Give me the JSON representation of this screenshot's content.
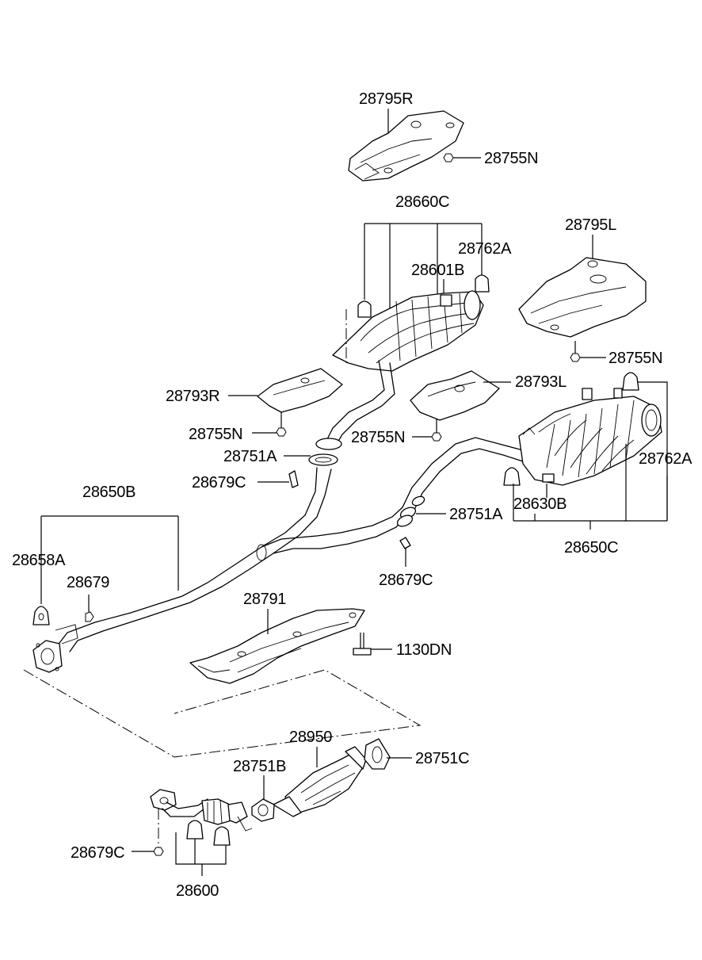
{
  "diagram": {
    "labels": {
      "heat_shield_rear_right": "28795R",
      "nut_top": "28755N",
      "center_muffler_assy": "28660C",
      "hanger_top": "28762A",
      "center_muffler_bracket": "28601B",
      "heat_shield_rear_left": "28795L",
      "nut_right": "28755N",
      "heat_shield_right": "28793R",
      "heat_shield_left": "28793L",
      "nut_mid_left": "28755N",
      "nut_mid_center": "28755N",
      "gasket_center": "28751A",
      "rear_muffler_hanger": "28762A",
      "clamp_center": "28679C",
      "front_pipe_assy": "28650B",
      "gasket_rear": "28751A",
      "rear_muffler_bracket": "28630B",
      "hanger_front": "28658A",
      "bolt_front": "28679",
      "rear_muffler_assy": "28650C",
      "clamp_rear": "28679C",
      "heat_shield_center": "28791",
      "bolt_shield": "1130DN",
      "catalytic_converter": "28950",
      "gasket_cat_front": "28751B",
      "gasket_cat_rear": "28751C",
      "clamp_manifold": "28679C",
      "exhaust_manifold": "28600"
    }
  }
}
